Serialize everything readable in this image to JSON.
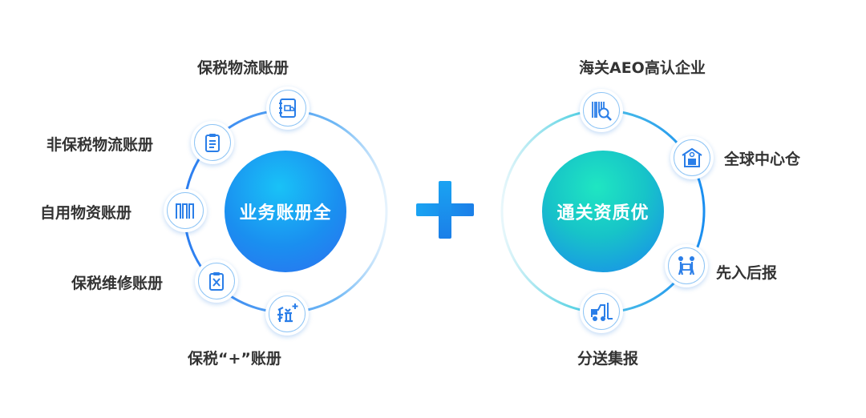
{
  "left": {
    "center_label": "业务账册全",
    "items": [
      {
        "label": "保税物流账册",
        "icon": "logistics-book-icon"
      },
      {
        "label": "非保税物流账册",
        "icon": "clipboard-icon"
      },
      {
        "label": "自用物资账册",
        "icon": "bars-icon"
      },
      {
        "label": "保税维修账册",
        "icon": "repair-clipboard-icon"
      },
      {
        "label": "保税“+”账册",
        "icon": "bonded-plus-icon"
      }
    ]
  },
  "right": {
    "center_label": "通关资质优",
    "items": [
      {
        "label": "海关AEO高认企业",
        "icon": "barcode-search-icon"
      },
      {
        "label": "全球中心仓",
        "icon": "warehouse-icon"
      },
      {
        "label": "先入后报",
        "icon": "handshake-icon"
      },
      {
        "label": "分送集报",
        "icon": "forklift-icon"
      }
    ]
  },
  "operator": "+",
  "colors": {
    "accent": "#1b8ff0",
    "ring": "#2196f3",
    "text": "#333333"
  }
}
